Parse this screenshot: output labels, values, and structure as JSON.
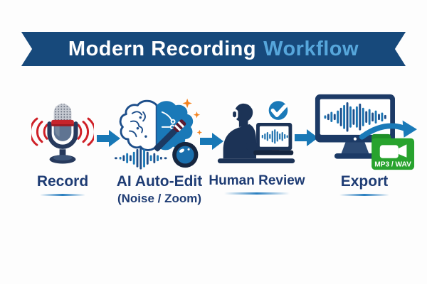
{
  "banner": {
    "title_main": "Modern Recording",
    "title_accent": "Workflow"
  },
  "steps": [
    {
      "label": "Record",
      "icon": "microphone-with-sound-waves-icon"
    },
    {
      "label": "AI Auto-Edit",
      "sublabel": "(Noise / Zoom)",
      "icon": "brain-magic-wand-lens-icon"
    },
    {
      "label": "Human Review",
      "icon": "person-headphones-laptop-check-icon"
    },
    {
      "label": "Export",
      "icon": "monitor-waveform-export-icon",
      "file_badge": "MP3 / WAV"
    }
  ],
  "arrows": {
    "icon": "right-arrow-icon",
    "count": 3
  },
  "colors": {
    "ribbon_navy": "#17497b",
    "accent_light_blue": "#56a6db",
    "label_navy": "#1e3c74",
    "arrow_blue": "#1878b6",
    "sound_wave_red": "#cf2027",
    "brain_blue": "#1a79b8",
    "sparkle_orange": "#f5831f",
    "folder_green": "#28a32e",
    "dark_navy": "#1c3356"
  }
}
